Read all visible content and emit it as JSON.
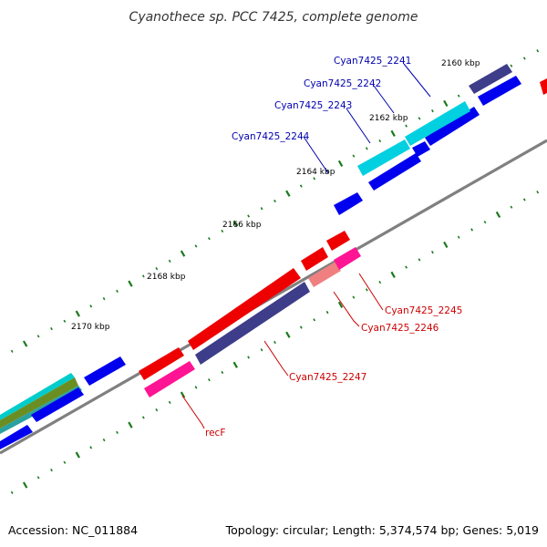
{
  "title": "Cyanothece sp. PCC 7425, complete genome",
  "footer": {
    "accession": "Accession: NC_011884",
    "topology": "Topology: circular; Length: 5,374,574 bp; Genes: 5,019"
  },
  "colors": {
    "backbone": "#808080",
    "tick": "#1a7a1a",
    "label_top": "#0000b0",
    "label_bottom": "#cc0000"
  },
  "scale_ticks": [
    "2160 kbp",
    "2162 kbp",
    "2164 kbp",
    "2166 kbp",
    "2168 kbp",
    "2170 kbp"
  ],
  "genes_top": [
    {
      "label": "Cyan7425_2241"
    },
    {
      "label": "Cyan7425_2242"
    },
    {
      "label": "Cyan7425_2243"
    },
    {
      "label": "Cyan7425_2244"
    }
  ],
  "genes_bottom": [
    {
      "label": "Cyan7425_2245"
    },
    {
      "label": "Cyan7425_2246"
    },
    {
      "label": "Cyan7425_2247"
    },
    {
      "label": "recF"
    }
  ]
}
